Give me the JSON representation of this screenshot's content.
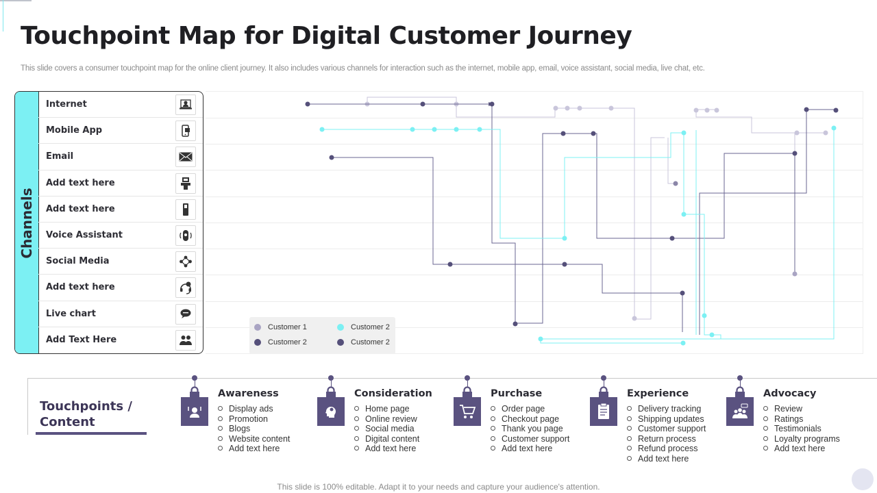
{
  "page": {
    "title": "Touchpoint Map for Digital Customer Journey",
    "subtitle": "This slide covers a consumer touchpoint map for the online client journey. It also includes various channels for interaction such as the internet, mobile app, email, voice assistant, social media, live chat, etc.",
    "footer": "This slide is 100% editable. Adapt it to your needs and capture your audience's attention."
  },
  "channels": {
    "label": "Channels",
    "items": [
      {
        "name": "Internet",
        "icon": "laptop-user-icon"
      },
      {
        "name": "Mobile App",
        "icon": "mobile-app-icon"
      },
      {
        "name": "Email",
        "icon": "envelope-icon"
      },
      {
        "name": "Add text here",
        "icon": "kiosk-icon"
      },
      {
        "name": "Add text here",
        "icon": "device-icon"
      },
      {
        "name": "Voice Assistant",
        "icon": "voice-assistant-icon"
      },
      {
        "name": "Social Media",
        "icon": "network-icon"
      },
      {
        "name": "Add text here",
        "icon": "headset-icon"
      },
      {
        "name": "Live chart",
        "icon": "chat-bubbles-icon"
      },
      {
        "name": "Add Text Here",
        "icon": "group-icon"
      }
    ]
  },
  "legend": [
    {
      "label": "Customer 1",
      "color": "#a9a4c3"
    },
    {
      "label": "Customer 2",
      "color": "#7cf0f3"
    },
    {
      "label": "Customer 2",
      "color": "#55507a"
    },
    {
      "label": "Customer 2",
      "color": "#55507a"
    }
  ],
  "colors": {
    "customer1_light": "#c9c6db",
    "customer1_dark": "#55507a",
    "customer2_cyan": "#7cf0f3",
    "accent_purple": "#5a5280"
  },
  "touchpoints": {
    "heading_line1": "Touchpoints /",
    "heading_line2": "Content",
    "stages": [
      {
        "title": "Awareness",
        "icon": "user-presentation-icon",
        "items": [
          "Display ads",
          "Promotion",
          "Blogs",
          "Website content",
          "Add text here"
        ]
      },
      {
        "title": "Consideration",
        "icon": "head-thinking-icon",
        "items": [
          "Home page",
          "Online review",
          "Social media",
          "Digital content",
          "Add text here"
        ]
      },
      {
        "title": "Purchase",
        "icon": "shopping-cart-icon",
        "items": [
          "Order page",
          "Checkout page",
          "Thank you page",
          "Customer support",
          "Add text here"
        ]
      },
      {
        "title": "Experience",
        "icon": "clipboard-icon",
        "items": [
          "Delivery tracking",
          "Shipping updates",
          "Customer support",
          "Return process",
          "Refund process",
          "Add text here"
        ]
      },
      {
        "title": "Advocacy",
        "icon": "team-chat-icon",
        "items": [
          "Review",
          "Ratings",
          "Testimonials",
          "Loyalty programs",
          "Add text here"
        ]
      }
    ]
  }
}
